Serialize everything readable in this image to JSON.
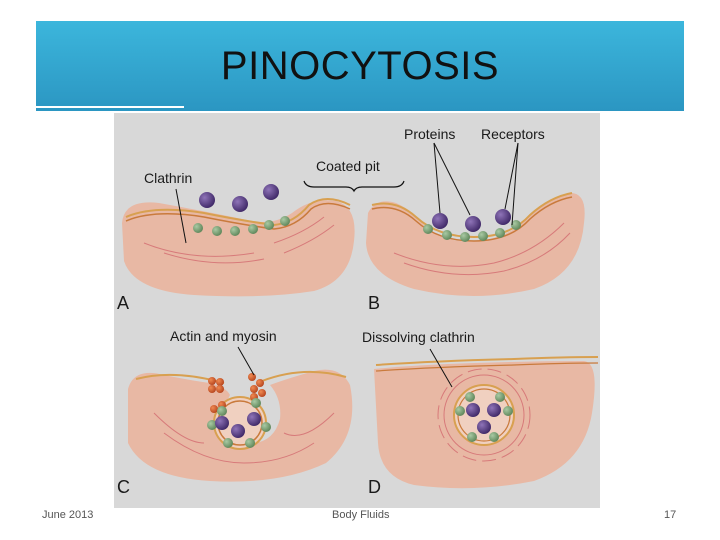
{
  "slide": {
    "title": "PINOCYTOSIS",
    "footer_left": "June 2013",
    "footer_center": "Body Fluids",
    "footer_right": "17"
  },
  "diagram": {
    "labels": {
      "proteins": "Proteins",
      "receptors": "Receptors",
      "clathrin": "Clathrin",
      "coated_pit": "Coated pit",
      "actin_myosin": "Actin and myosin",
      "dissolving_clathrin": "Dissolving clathrin"
    },
    "panels": [
      "A",
      "B",
      "C",
      "D"
    ],
    "colors": {
      "background": "#d8d8d8",
      "cell": "#e8b8a4",
      "membrane": "#d8a050",
      "protein": "#5c3d86",
      "receptor": "#7fa57a",
      "actin_myosin": "#d9622e"
    }
  }
}
